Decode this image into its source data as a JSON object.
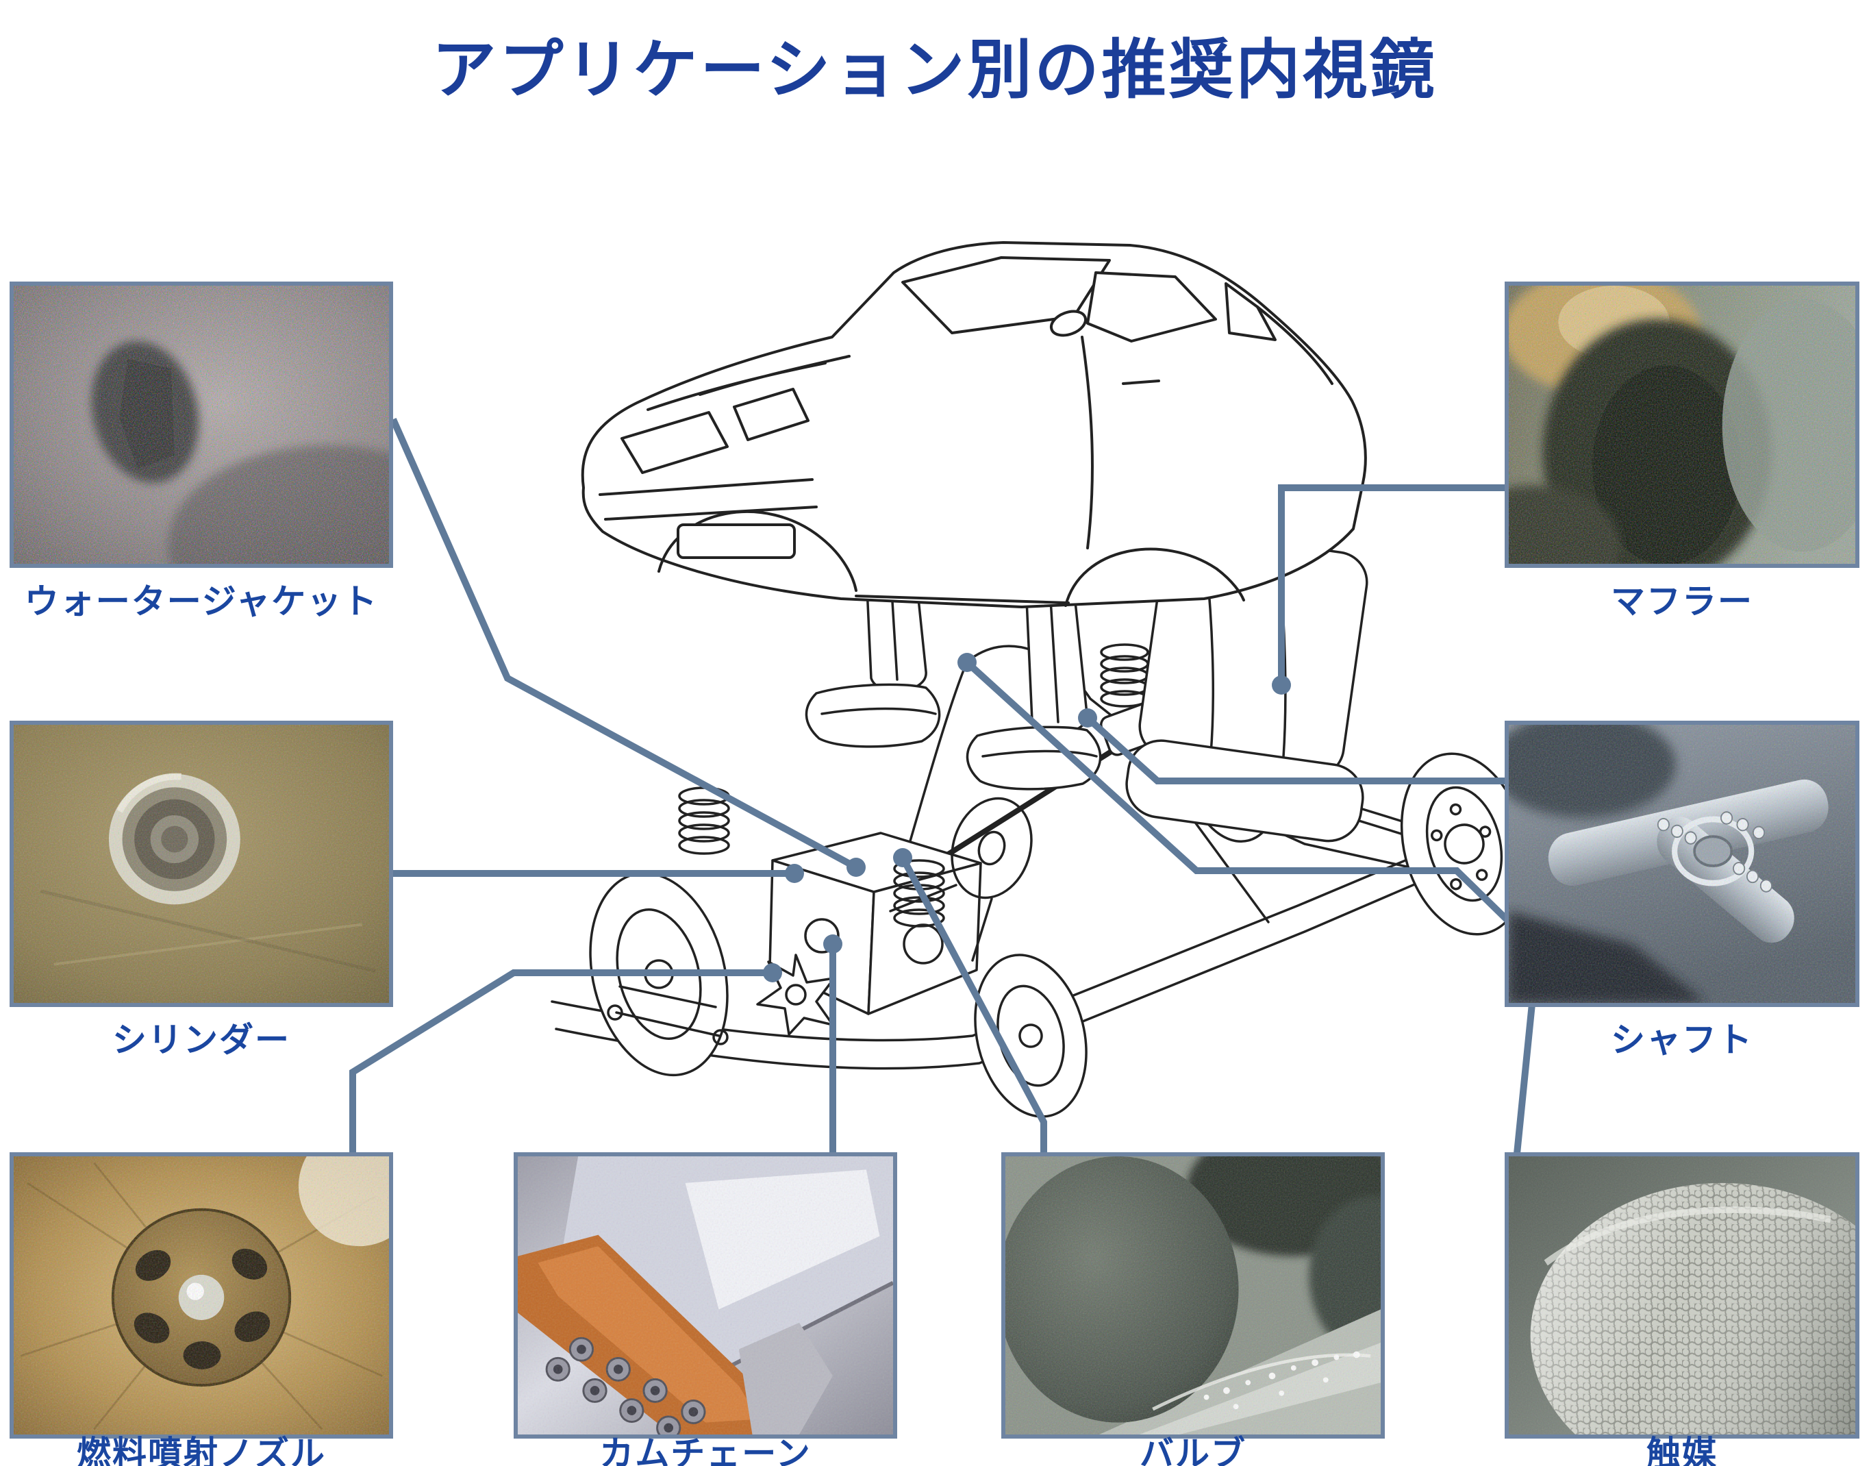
{
  "page": {
    "title": "アプリケーション別の推奨内視鏡"
  },
  "colors": {
    "title_text": "#1b3e99",
    "label_text": "#1a46a0",
    "connector": "#5f7a99",
    "thumbnail_border": "#6e84a2",
    "line_art": "#222222"
  },
  "applications": [
    {
      "id": "water-jacket",
      "label": "ウォータージャケット"
    },
    {
      "id": "cylinder",
      "label": "シリンダー"
    },
    {
      "id": "fuel-injection-nozzle",
      "label": "燃料噴射ノズル"
    },
    {
      "id": "cam-chain",
      "label": "カムチェーン"
    },
    {
      "id": "valve",
      "label": "バルブ"
    },
    {
      "id": "catalyst",
      "label": "触媒"
    },
    {
      "id": "muffler",
      "label": "マフラー"
    },
    {
      "id": "shaft",
      "label": "シャフト"
    }
  ]
}
